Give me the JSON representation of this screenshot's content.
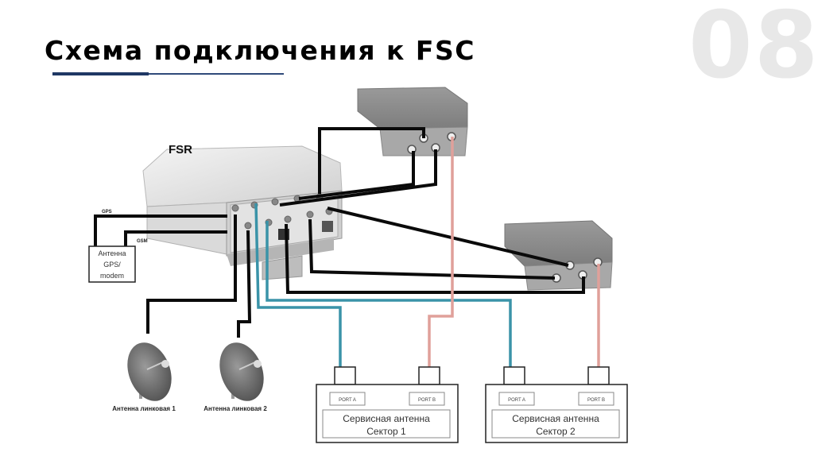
{
  "slide": {
    "title": "Схема подключения к FSC",
    "number": "08"
  },
  "diagram": {
    "fsr_label": "FSR",
    "gps_label": "GPS",
    "gsm_label": "GSM",
    "gps_modem_box": {
      "line1": "Антенна",
      "line2": "GPS/",
      "line3": "modem"
    },
    "link_antennas": [
      {
        "label": "Антенна линковая 1"
      },
      {
        "label": "Антенна линковая 2"
      }
    ],
    "service_antennas": [
      {
        "port_a": "PORT A",
        "port_b": "PORT B",
        "line1": "Сервисная антенна",
        "line2": "Сектор 1"
      },
      {
        "port_a": "PORT A",
        "port_b": "PORT B",
        "line1": "Сервисная антенна",
        "line2": "Сектор 2"
      }
    ],
    "colors": {
      "cable_black": "#0a0a0a",
      "cable_teal": "#3a93a8",
      "cable_pink": "#e0a09a",
      "title_underline": "#1f3864",
      "slide_number": "#e8e8e8"
    }
  }
}
